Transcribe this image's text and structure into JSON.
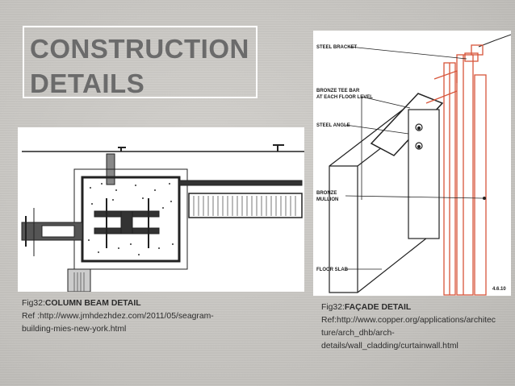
{
  "slide": {
    "title": "CONSTRUCTION\nDETAILS"
  },
  "column_figure": {
    "caption_prefix": "Fig32:",
    "caption_title": "COLUMN BEAM DETAIL",
    "ref_line1": "Ref :http://www.jmhdezhdez.com/2011/05/seagram-",
    "ref_line2": "building-mies-new-york.html"
  },
  "facade_figure": {
    "caption_prefix": "Fig32:",
    "caption_title": "FAÇADE DETAIL",
    "ref_line1": "Ref:http://www.copper.org/applications/architec",
    "ref_line2": "ture/arch_dhb/arch-",
    "ref_line3": "details/wall_cladding/curtainwall.html",
    "labels": {
      "steel_bracket": "STEEL BRACKET",
      "bronze_tee_bar": "BRONZE TEE BAR",
      "at_each_floor": "AT EACH FLOOR LEVEL",
      "steel_angle": "STEEL ANGLE",
      "bronze": "BRONZE",
      "mullion": "MULLION",
      "floor_slab": "FLOOR SLAB",
      "figure_number": "4.6.10"
    }
  }
}
